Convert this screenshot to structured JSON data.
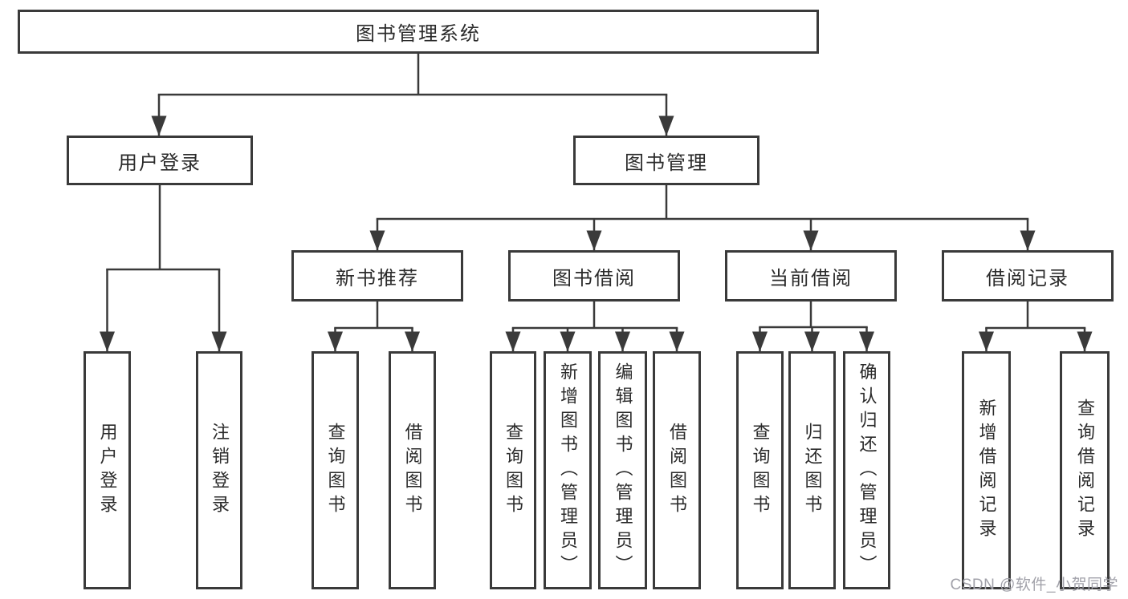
{
  "diagram_title": "图书管理系统",
  "tree": {
    "label": "图书管理系统",
    "children": [
      {
        "label": "用户登录",
        "children": [
          {
            "label": "用户登录"
          },
          {
            "label": "注销登录"
          }
        ]
      },
      {
        "label": "图书管理",
        "children": [
          {
            "label": "新书推荐",
            "children": [
              {
                "label": "查询图书"
              },
              {
                "label": "借阅图书"
              }
            ]
          },
          {
            "label": "图书借阅",
            "children": [
              {
                "label": "查询图书"
              },
              {
                "label": "新增图书（管理员）"
              },
              {
                "label": "编辑图书（管理员）"
              },
              {
                "label": "借阅图书"
              }
            ]
          },
          {
            "label": "当前借阅",
            "children": [
              {
                "label": "查询图书"
              },
              {
                "label": "归还图书"
              },
              {
                "label": "确认归还（管理员）"
              }
            ]
          },
          {
            "label": "借阅记录",
            "children": [
              {
                "label": "新增借阅记录"
              },
              {
                "label": "查询借阅记录"
              }
            ]
          }
        ]
      }
    ]
  },
  "watermark": {
    "text": "CSDN @软件_小贺同学",
    "color": "#a2a2aa"
  },
  "colors": {
    "line": "#3a3a3a",
    "text": "#2b2b2b",
    "box_background": "#ffffff",
    "page_background": "#ffffff"
  }
}
